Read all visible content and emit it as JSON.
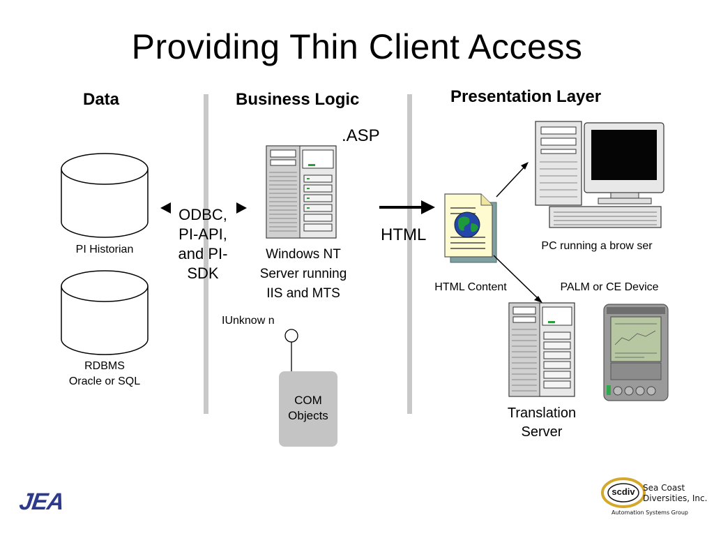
{
  "slide": {
    "title": "Providing Thin Client Access"
  },
  "columns": {
    "data": "Data",
    "business_logic": "Business Logic",
    "presentation_layer": "Presentation Layer"
  },
  "data_layer": {
    "db1_label": "PI Historian",
    "db2_label_line1": "RDBMS",
    "db2_label_line2": "Oracle or SQL"
  },
  "connector": {
    "line1": "ODBC,",
    "line2": "PI-API,",
    "line3": "and PI-",
    "line4": "SDK"
  },
  "business": {
    "asp_label": ".ASP",
    "server_line1": "Windows NT",
    "server_line2": "Server running",
    "server_line3": "IIS and MTS",
    "iunknown_label": "IUnknow n",
    "com_line1": "COM",
    "com_line2": "Objects"
  },
  "presentation": {
    "html_label": "HTML",
    "html_content_label": "HTML Content",
    "pc_label": "PC running a brow ser",
    "palm_label": "PALM or CE Device",
    "translation_line1": "Translation",
    "translation_line2": "Server"
  },
  "logos": {
    "left_logo_text": "JEA",
    "right_logo_mark": "scdiv",
    "right_logo_line1": "Sea Coast",
    "right_logo_line2": "Diversities, Inc.",
    "right_logo_tagline": "Automation Systems Group"
  },
  "colors": {
    "divider": "#c8c8c8",
    "com_box": "#c4c4c4",
    "jea_blue": "#2d3a8c",
    "scdiv_gold": "#d4a82a"
  }
}
